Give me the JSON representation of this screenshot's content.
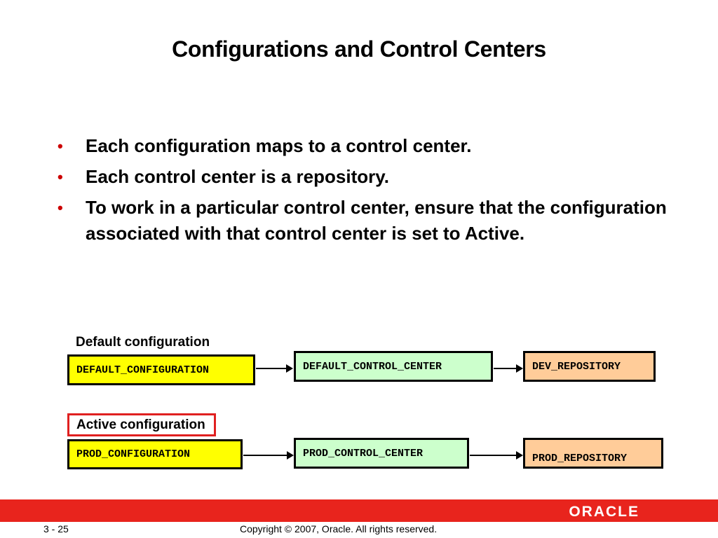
{
  "slide": {
    "title": "Configurations and Control Centers",
    "bullets": [
      "Each configuration maps to a control center.",
      "Each control center is a repository.",
      "To work in a particular control center, ensure that the configuration associated with that control center is set to Active."
    ]
  },
  "diagram": {
    "default_label": "Default configuration",
    "active_label": "Active configuration",
    "row1": [
      "DEFAULT_CONFIGURATION",
      "DEFAULT_CONTROL_CENTER",
      "DEV_REPOSITORY"
    ],
    "row2": [
      "PROD_CONFIGURATION",
      "PROD_CONTROL_CENTER",
      "PROD_REPOSITORY"
    ]
  },
  "footer": {
    "page": "3 - 25",
    "copyright": "Copyright © 2007, Oracle. All rights reserved.",
    "logo": "ORACLE"
  },
  "colors": {
    "bullet": "#cc0000",
    "red_bar": "#e8241d",
    "config_box": "#ffff00",
    "control_center_box": "#ccffcc",
    "repository_box": "#ffcc99",
    "active_highlight": "#e02020"
  }
}
